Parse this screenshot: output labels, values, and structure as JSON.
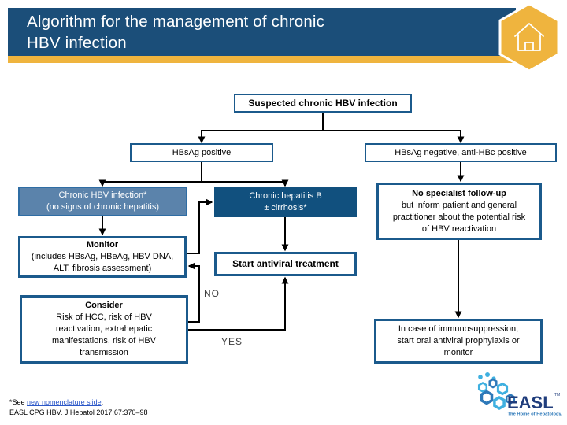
{
  "header": {
    "title": "Algorithm for the management of chronic HBV infection",
    "title_line1": "Algorithm for the management of chronic",
    "title_line2": "HBV infection"
  },
  "flowchart": {
    "suspected": "Suspected chronic HBV infection",
    "hbsag_positive": "HBsAg positive",
    "hbsag_negative": "HBsAg negative, anti-HBc positive",
    "chronic_infection": {
      "line1": "Chronic HBV infection*",
      "line2": "(no signs of chronic hepatitis)"
    },
    "chronic_hepatitis": {
      "line1": "Chronic hepatitis B",
      "line2": "± cirrhosis*"
    },
    "no_specialist": {
      "title": "No specialist follow-up",
      "body": "but inform patient and general practitioner about the potential risk of HBV reactivation"
    },
    "monitor": {
      "title": "Monitor",
      "body": "(includes HBsAg, HBeAg, HBV DNA, ALT, fibrosis assessment)"
    },
    "start_treatment": "Start antiviral treatment",
    "consider": {
      "title": "Consider",
      "body": "Risk of HCC, risk of HBV reactivation, extrahepatic manifestations, risk of HBV transmission"
    },
    "immunosuppression": "In case of immunosuppression, start oral antiviral prophylaxis or monitor",
    "labels": {
      "no": "NO",
      "yes": "YES"
    }
  },
  "footer": {
    "see_prefix": "*See ",
    "see_link": "new nomenclature slide",
    "see_suffix": ".",
    "reference": "EASL CPG HBV. J Hepatol 2017;67:370–98"
  },
  "logo": {
    "text": "EASL",
    "trademark": "TM",
    "tagline": "The Home of Hepatology."
  },
  "colors": {
    "header_blue": "#1B4E79",
    "accent_gold": "#EFB43E",
    "box_border_blue": "#1B5A8C",
    "box_dark_blue": "#11507E",
    "box_medium_blue": "#5B83AB",
    "link_blue": "#2B57C8",
    "logo_light_blue": "#3FB0E0",
    "logo_mid_blue": "#2E79B9",
    "logo_navy": "#203D7C"
  }
}
